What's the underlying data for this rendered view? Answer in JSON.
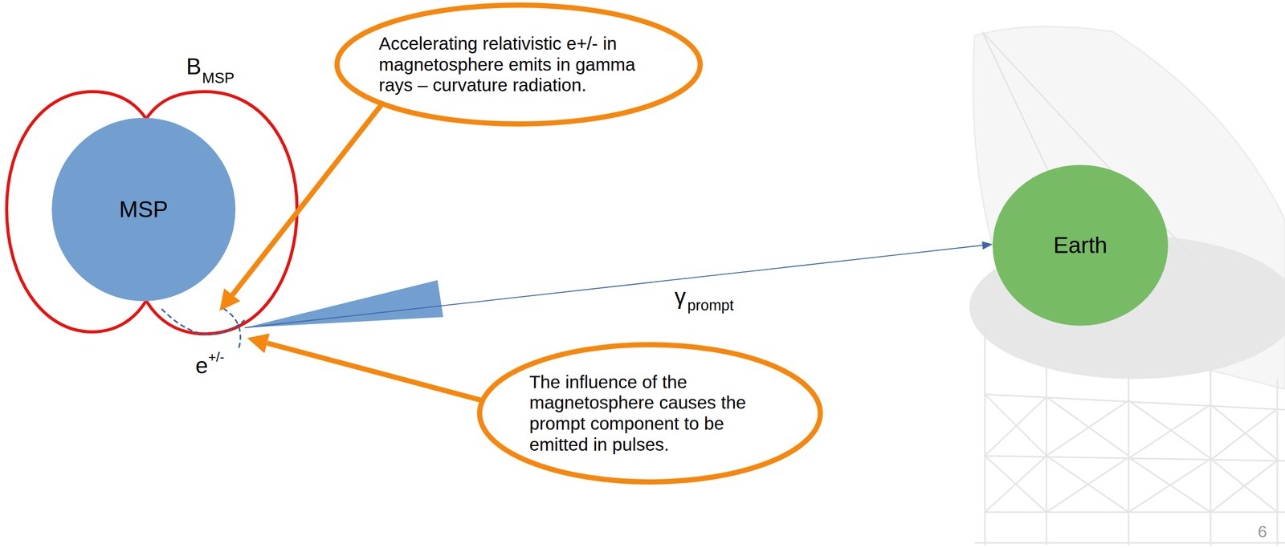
{
  "diagram": {
    "nodes": [
      {
        "text": [
          "MSP"
        ]
      },
      {
        "text": [
          "Accelerating relativistic e+/- in magnetosphere emits in gamma rays – curvature radiation."
        ]
      },
      {
        "text": [
          "The influence of the magnetosphere causes the prompt component to be emitted in pulses."
        ]
      },
      {
        "text": [
          "Earth"
        ]
      }
    ],
    "labels": [
      "B",
      "MSP",
      "γ",
      "prompt",
      "e",
      "+/-",
      "6"
    ]
  }
}
